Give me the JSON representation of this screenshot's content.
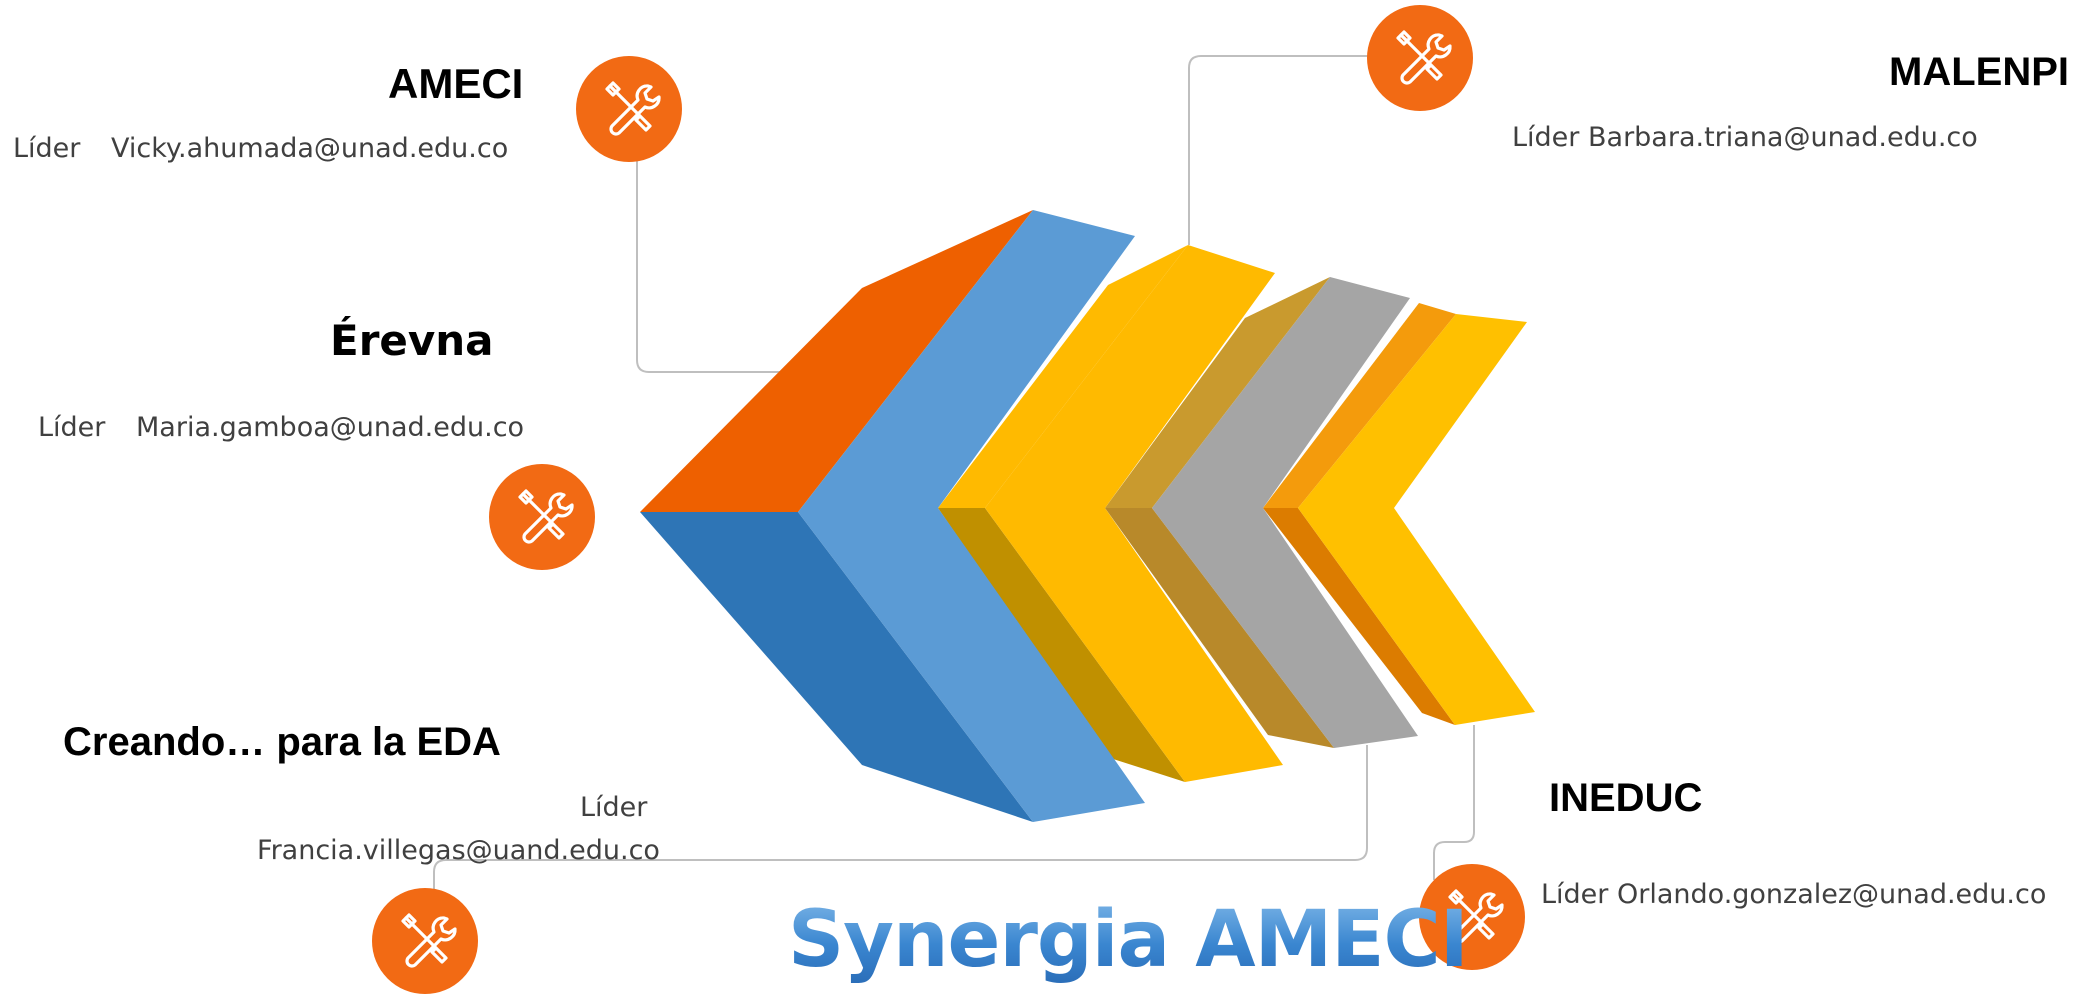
{
  "heading": "Synergia AMECI",
  "colors": {
    "accent_orange": "#f26a14",
    "blue_light": "#5b9bd5",
    "blue_dark": "#2e75b6",
    "orange_dark": "#ee6000",
    "gold": "#ffc000",
    "gray": "#a5a5a5",
    "connector": "#bfbfbf"
  },
  "groups": [
    {
      "id": "ameci",
      "name": "AMECI",
      "role": "Líder",
      "email": "Vicky.ahumada@unad.edu.co",
      "icon": "tools-icon"
    },
    {
      "id": "erevna",
      "name": "Érevna",
      "role": "Líder",
      "email": "Maria.gamboa@unad.edu.co",
      "icon": "tools-icon"
    },
    {
      "id": "creando",
      "name": "Creando… para la EDA",
      "role": "Líder",
      "email": "Francia.villegas@uand.edu.co",
      "icon": "tools-icon"
    },
    {
      "id": "malenpi",
      "name": "MALENPI",
      "role": "Líder",
      "email": "Barbara.triana@unad.edu.co",
      "icon": "tools-icon"
    },
    {
      "id": "ineduc",
      "name": "INEDUC",
      "role": "Líder",
      "email": "Orlando.gonzalez@unad.edu.co",
      "icon": "tools-icon"
    }
  ]
}
